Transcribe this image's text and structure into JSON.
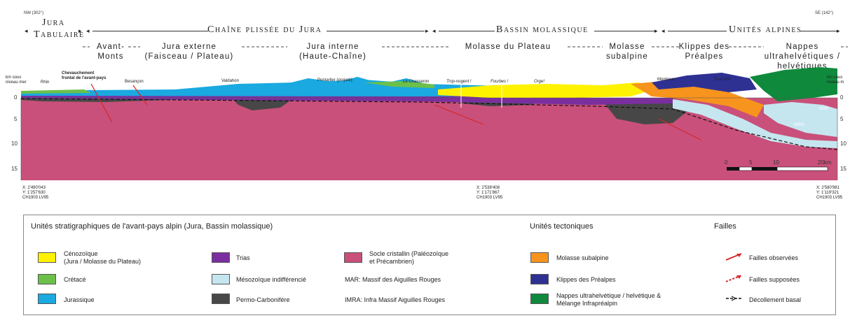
{
  "corners": {
    "left": "NW (302°)",
    "right": "SE (142°)"
  },
  "regions": {
    "jura_tabulaire": [
      "Jura",
      "Tabulaire"
    ],
    "chaine_plissee": "Chaîne plissée du Jura",
    "bassin_molassique": "Bassin molassique",
    "unites_alpines": "Unités alpines"
  },
  "subregions": {
    "avant_monts": [
      "Avant-",
      "Monts"
    ],
    "jura_externe": [
      "Jura externe",
      "(Faisceau / Plateau)"
    ],
    "jura_interne": [
      "Jura interne",
      "(Haute-Chaîne)"
    ],
    "molasse_plateau": "Molasse du Plateau",
    "molasse_subalpine": [
      "Molasse",
      "subalpine"
    ],
    "klippes": [
      "Klippes des",
      "Préalpes"
    ],
    "nappes": [
      "Nappes",
      "ultrahelvétiques /",
      "helvétiques"
    ]
  },
  "places": {
    "sea_level_left": [
      "km sous",
      "niveau mer"
    ],
    "sea_level_right": [
      "km sous",
      "niveau m"
    ],
    "rhin": "Rhin",
    "chevauchement": [
      "Chevauchement",
      "frontal de l'avant-pays"
    ],
    "besancon": "Besançon",
    "valdahon": "Valdahon",
    "pontarlier": "Pontarlier (projeté)",
    "chasseron": "Le Chasseron",
    "forage1": "Trop-nogent !",
    "forage2": "Fourbes !",
    "orge": "Orge!",
    "montreux": "Montreux",
    "tour_ai": "Tour d'Aï"
  },
  "depth_ticks_left": [
    "0",
    "5",
    "10",
    "15"
  ],
  "depth_ticks_right": [
    "0",
    "5",
    "10",
    "15"
  ],
  "coordinates": {
    "left": [
      "X: 2'490'043",
      "Y: 1'257'630",
      "CH1903 LV95"
    ],
    "center": [
      "X: 2'538'408",
      "Y: 1'171'867",
      "CH1903 LV95"
    ],
    "right": [
      "X: 2'580'981",
      "Y: 1'119'321",
      "CH1903 LV95"
    ]
  },
  "massif_labels": {
    "mar": "MAR",
    "imra": "IMRA"
  },
  "scale_bar": {
    "labels": [
      "0",
      "5",
      "10",
      "20km"
    ]
  },
  "legend": {
    "strat_title": "Unités stratigraphiques de l'avant-pays alpin (Jura, Bassin molassique)",
    "tect_title": "Unités tectoniques",
    "fault_title": "Failles",
    "strat_items": [
      {
        "label": [
          "Cénozoïque",
          "(Jura / Molasse du Plateau)"
        ],
        "color": "#fff200"
      },
      {
        "label": [
          "Crétacé"
        ],
        "color": "#6cc04a"
      },
      {
        "label": [
          "Jurassique"
        ],
        "color": "#1aa9e0"
      },
      {
        "label": [
          "Trias"
        ],
        "color": "#7b2f9e"
      },
      {
        "label": [
          "Mésozoïque indifférencié"
        ],
        "color": "#c5e6ef"
      },
      {
        "label": [
          "Permo-Carbonifère"
        ],
        "color": "#474747"
      },
      {
        "label": [
          "Socle cristallin (Paléozoïque",
          "et Précambrien)"
        ],
        "color": "#c9507a"
      }
    ],
    "abbrev": [
      "MAR: Massif des Aiguilles Rouges",
      "IMRA: Infra Massif Aiguilles Rouges"
    ],
    "tect_items": [
      {
        "label": [
          "Molasse subalpine"
        ],
        "color": "#f7941d"
      },
      {
        "label": [
          "Klippes des Préalpes"
        ],
        "color": "#2e3192"
      },
      {
        "label": [
          "Nappes ultrahelvétique / helvétique &",
          "Mélange Infrapréalpin"
        ],
        "color": "#0f8a3c"
      }
    ],
    "fault_items": [
      "Failles observées",
      "Failles supposées",
      "Décollement basal"
    ]
  }
}
